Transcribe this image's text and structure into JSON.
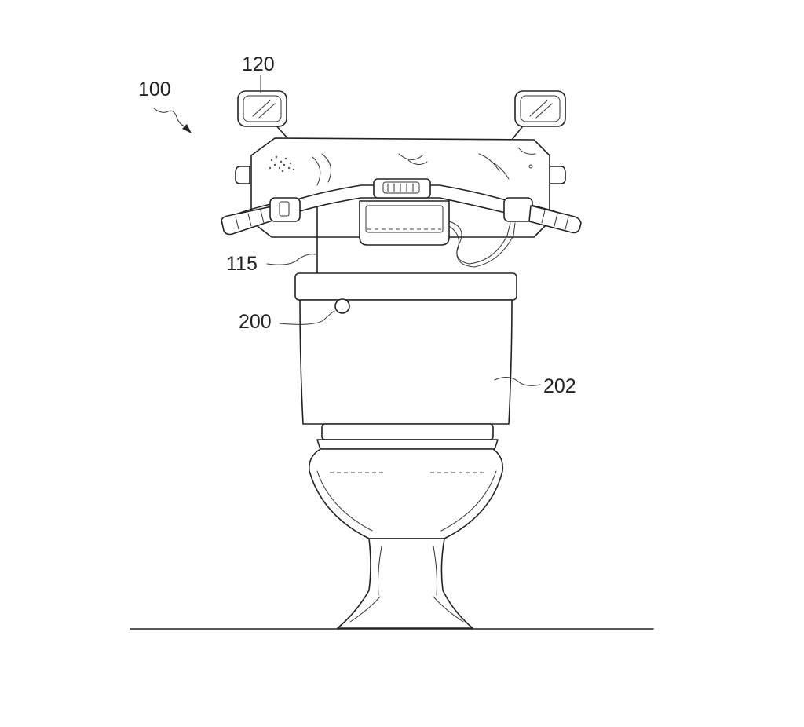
{
  "labels": {
    "assembly": "100",
    "mirror": "120",
    "cable": "115",
    "flush_lever": "200",
    "tank": "202"
  }
}
